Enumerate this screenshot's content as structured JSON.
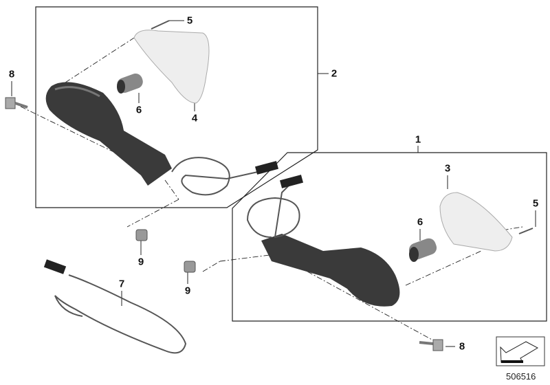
{
  "diagram": {
    "callouts": [
      {
        "id": "callout-1",
        "text": "1"
      },
      {
        "id": "callout-2",
        "text": "2"
      },
      {
        "id": "callout-3",
        "text": "3"
      },
      {
        "id": "callout-4",
        "text": "4"
      },
      {
        "id": "callout-5-left",
        "text": "5"
      },
      {
        "id": "callout-5-right",
        "text": "5"
      },
      {
        "id": "callout-6-left",
        "text": "6"
      },
      {
        "id": "callout-6-right",
        "text": "6"
      },
      {
        "id": "callout-7",
        "text": "7"
      },
      {
        "id": "callout-8-left",
        "text": "8"
      },
      {
        "id": "callout-8-right",
        "text": "8"
      },
      {
        "id": "callout-9-left",
        "text": "9"
      },
      {
        "id": "callout-9-right",
        "text": "9"
      }
    ],
    "drawing_number": "506516",
    "colors": {
      "housing": "#3a3a3a",
      "lens": "#ececec",
      "line": "#222222"
    }
  }
}
